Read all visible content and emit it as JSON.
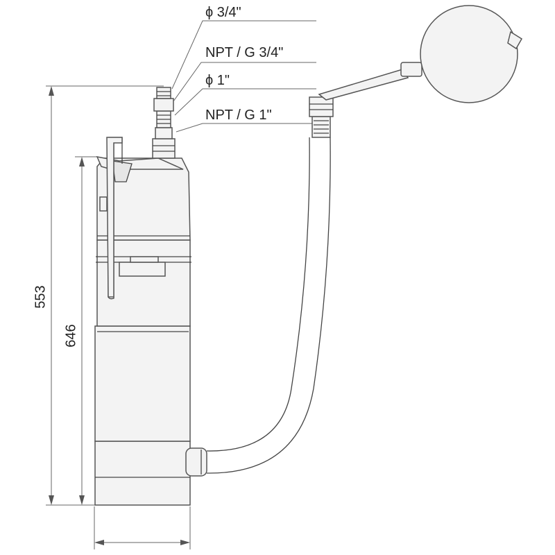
{
  "labels": {
    "phi_3_4": "ϕ 3/4\"",
    "npt_g_3_4": "NPT / G 3/4\"",
    "phi_1": "ϕ 1\"",
    "npt_g_1": "NPT / G 1\"",
    "dim_553": "553",
    "dim_646": "646"
  },
  "colors": {
    "stroke": "#444444",
    "fill": "#f3f3f3",
    "text": "#222222"
  }
}
